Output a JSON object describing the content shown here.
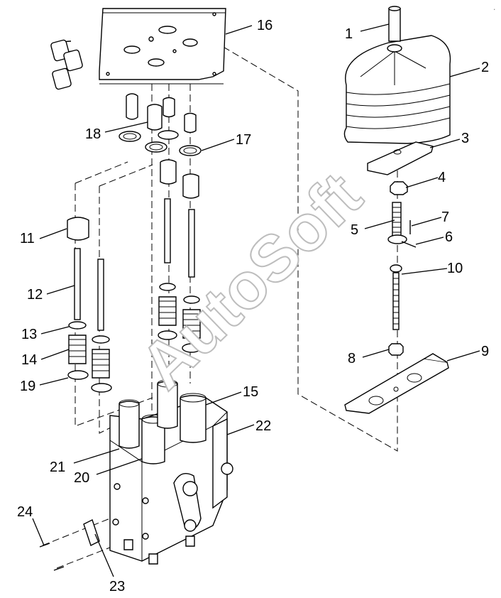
{
  "diagram": {
    "callouts": [
      "1",
      "2",
      "3",
      "4",
      "5",
      "6",
      "7",
      "8",
      "9",
      "10",
      "11",
      "12",
      "13",
      "14",
      "15",
      "16",
      "17",
      "18",
      "19",
      "20",
      "21",
      "22",
      "23",
      "24"
    ],
    "watermark": "AutoSoft",
    "corner_mark": "."
  }
}
